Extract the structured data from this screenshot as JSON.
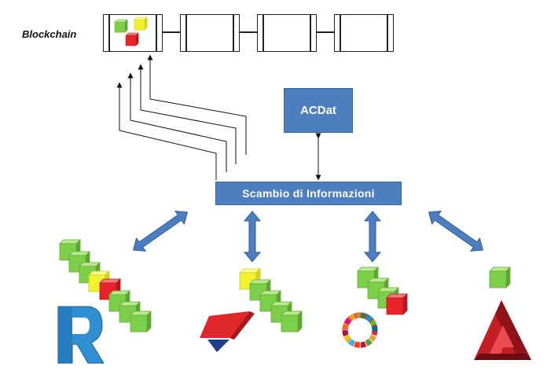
{
  "blockchain": {
    "label": "Blockchain",
    "block_count": 4
  },
  "nodes": {
    "acdat": "ACDat",
    "scambio": "Scambio di Informazioni"
  },
  "icons": [
    "revit-logo-icon",
    "tekla-logo-icon",
    "sdg-wheel-logo-icon",
    "autocad-logo-icon"
  ],
  "colors": {
    "node_fill": "#4d7fc0",
    "cube_green": "#7ccf48",
    "cube_yellow": "#f2f22a",
    "cube_red": "#e8242a"
  }
}
